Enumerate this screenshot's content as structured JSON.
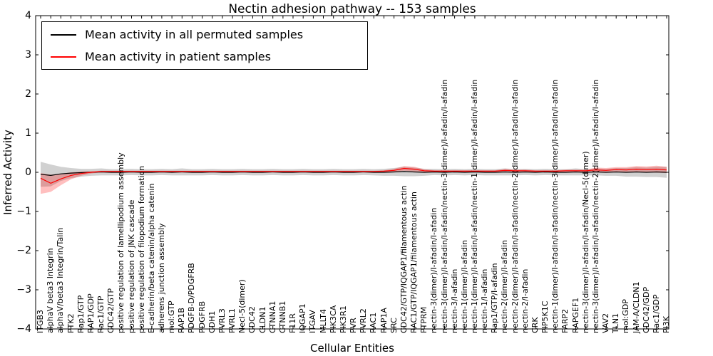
{
  "title": "Nectin adhesion pathway -- 153 samples",
  "xlabel": "Cellular Entities",
  "ylabel": "Inferred Activity",
  "legend": [
    {
      "label": "Mean activity in all permuted samples",
      "color": "#000000"
    },
    {
      "label": "Mean activity in patient samples",
      "color": "#ff0000"
    }
  ],
  "chart_data": {
    "type": "line",
    "title": "Nectin adhesion pathway -- 153 samples",
    "xlabel": "Cellular Entities",
    "ylabel": "Inferred Activity",
    "ylim": [
      -4,
      4
    ],
    "grid": false,
    "legend_position": "upper left",
    "yticks": {
      "values": [
        -4,
        -3,
        -2,
        -1,
        0,
        1,
        2,
        3,
        4
      ],
      "labels": [
        "−4",
        "−3",
        "−2",
        "−1",
        "0",
        "1",
        "2",
        "3",
        "4"
      ]
    },
    "categories": [
      "ITGB3",
      "alphaV beta3 Integrin",
      "alphaV/beta3 Integrin/Talin",
      "PTK2",
      "Rap1/GTP",
      "RAP1/GDP",
      "Rac1/GTP",
      "CDC42/GTP",
      "positive regulation of lamellipodium assembly",
      "positive regulation of JNK cascade",
      "positive regulation of filopodium formation",
      "E-cadherin/beta catenin/alpha catenin",
      "adherens junction assembly",
      "mol:GTP",
      "RAP1B",
      "PDGFB-D/PDGFRB",
      "PDGFRB",
      "CDH1",
      "PVRL3",
      "PVRL1",
      "Necl-5(dimer)",
      "CDC42",
      "CLDN1",
      "CTNNA1",
      "CTNNB1",
      "F11R",
      "IQGAP1",
      "ITGAV",
      "MLLT4",
      "PIK3CA",
      "PIK3R1",
      "PVR",
      "PVRL2",
      "RAC1",
      "RAP1A",
      "SRC",
      "CDC42/GTP/IQGAP1/filamentous actin",
      "RAC1/GTP/IQGAP1/filamentous actin",
      "PTPRM",
      "nectin-3(dimer)/I-afadin/I-afadin",
      "nectin-3(dimer)/I-afadin/I-afadin/nectin-3(dimer)/I-afadin/I-afadin",
      "nectin-3/I-afadin",
      "nectin-1(dimer)/I-afadin",
      "nectin-1(dimer)/I-afadin/I-afadin/nectin-1(dimer)/I-afadin/I-afadin",
      "nectin-1/I-afadin",
      "Rap1/GTP/I-afadin",
      "nectin-2(dimer)/I-afadin",
      "nectin-2(dimer)/I-afadin/I-afadin/nectin-2(dimer)/I-afadin/I-afadin",
      "nectin-2/I-afadin",
      "CRK",
      "PIP5K1C",
      "nectin-1(dimer)/I-afadin/I-afadin/nectin-3(dimer)/I-afadin/I-afadin",
      "FARP2",
      "RAPGEF1",
      "nectin-3(dimer)/I-afadin/I-afadin/Necl-5(dimer)",
      "nectin-3(dimer)/I-afadin/I-afadin/nectin-2(dimer)/I-afadin/I-afadin",
      "VAV2",
      "TLN1",
      "mol:GDP",
      "JAM-A/CLDN1",
      "CDC42/GDP",
      "Rac1/GDP",
      "PI3K"
    ],
    "series": [
      {
        "name": "Mean activity in all permuted samples",
        "color": "#000000",
        "band_opacity": 0.18,
        "values": [
          -0.05,
          -0.08,
          -0.04,
          -0.02,
          -0.01,
          0,
          0.01,
          0,
          0,
          0.01,
          0,
          0,
          0.01,
          0,
          0.01,
          0,
          0,
          0.01,
          0,
          0,
          0.01,
          0,
          0,
          0.01,
          0,
          0,
          0.01,
          0,
          0,
          0.01,
          0,
          0,
          0.01,
          0,
          0,
          0.01,
          0.02,
          0.01,
          0,
          0.01,
          0,
          0.01,
          0,
          0.01,
          0,
          0,
          0.01,
          0,
          0.01,
          0,
          0.01,
          0,
          0,
          0.01,
          0,
          0.01,
          0,
          0.01,
          0,
          0.01,
          0,
          0.01,
          0
        ],
        "band_halfwidth": [
          0.32,
          0.28,
          0.18,
          0.13,
          0.1,
          0.09,
          0.09,
          0.08,
          0.08,
          0.08,
          0.08,
          0.08,
          0.08,
          0.08,
          0.09,
          0.08,
          0.08,
          0.08,
          0.08,
          0.08,
          0.08,
          0.08,
          0.08,
          0.08,
          0.08,
          0.08,
          0.08,
          0.08,
          0.08,
          0.08,
          0.08,
          0.08,
          0.08,
          0.08,
          0.09,
          0.1,
          0.12,
          0.11,
          0.09,
          0.08,
          0.08,
          0.08,
          0.08,
          0.08,
          0.08,
          0.08,
          0.09,
          0.08,
          0.08,
          0.08,
          0.08,
          0.08,
          0.08,
          0.09,
          0.08,
          0.09,
          0.09,
          0.1,
          0.11,
          0.12,
          0.12,
          0.13,
          0.14
        ]
      },
      {
        "name": "Mean activity in patient samples",
        "color": "#ff0000",
        "band_opacity": 0.25,
        "values": [
          -0.15,
          -0.28,
          -0.17,
          -0.08,
          -0.03,
          0,
          0.02,
          0.02,
          0.02,
          0.02,
          0.02,
          0.02,
          0.02,
          0.02,
          0.02,
          0.02,
          0.02,
          0.02,
          0.02,
          0.02,
          0.02,
          0.02,
          0.02,
          0.02,
          0.02,
          0.02,
          0.02,
          0.02,
          0.02,
          0.02,
          0.02,
          0.02,
          0.02,
          0.02,
          0.03,
          0.05,
          0.1,
          0.08,
          0.04,
          0.03,
          0.03,
          0.03,
          0.03,
          0.03,
          0.03,
          0.03,
          0.05,
          0.04,
          0.04,
          0.03,
          0.03,
          0.03,
          0.04,
          0.04,
          0.04,
          0.06,
          0.05,
          0.07,
          0.06,
          0.08,
          0.07,
          0.08,
          0.06
        ],
        "band_upper": [
          -0.02,
          -0.06,
          -0.04,
          0.0,
          0.02,
          0.03,
          0.04,
          0.04,
          0.04,
          0.04,
          0.04,
          0.04,
          0.04,
          0.04,
          0.04,
          0.04,
          0.04,
          0.04,
          0.04,
          0.04,
          0.04,
          0.04,
          0.04,
          0.04,
          0.04,
          0.04,
          0.04,
          0.04,
          0.04,
          0.04,
          0.04,
          0.04,
          0.04,
          0.04,
          0.05,
          0.09,
          0.16,
          0.14,
          0.08,
          0.05,
          0.05,
          0.05,
          0.05,
          0.05,
          0.05,
          0.05,
          0.09,
          0.07,
          0.07,
          0.05,
          0.05,
          0.05,
          0.07,
          0.07,
          0.07,
          0.12,
          0.11,
          0.13,
          0.13,
          0.16,
          0.15,
          0.17,
          0.14
        ],
        "band_lower": [
          -0.55,
          -0.5,
          -0.33,
          -0.18,
          -0.09,
          -0.03,
          0.0,
          0.0,
          0.0,
          0.0,
          0.0,
          0.0,
          0.0,
          0.0,
          0.0,
          0.0,
          0.0,
          0.0,
          0.0,
          0.0,
          0.0,
          0.0,
          0.0,
          0.0,
          0.0,
          0.0,
          0.0,
          0.0,
          0.0,
          0.0,
          0.0,
          0.0,
          0.0,
          0.0,
          0.01,
          0.01,
          0.04,
          0.02,
          0.0,
          0.01,
          0.01,
          0.01,
          0.01,
          0.01,
          0.01,
          0.01,
          0.01,
          0.01,
          0.01,
          0.01,
          0.01,
          0.01,
          0.01,
          0.01,
          0.01,
          0.0,
          -0.01,
          0.01,
          -0.01,
          0.0,
          -0.01,
          -0.01,
          -0.02
        ]
      }
    ]
  }
}
